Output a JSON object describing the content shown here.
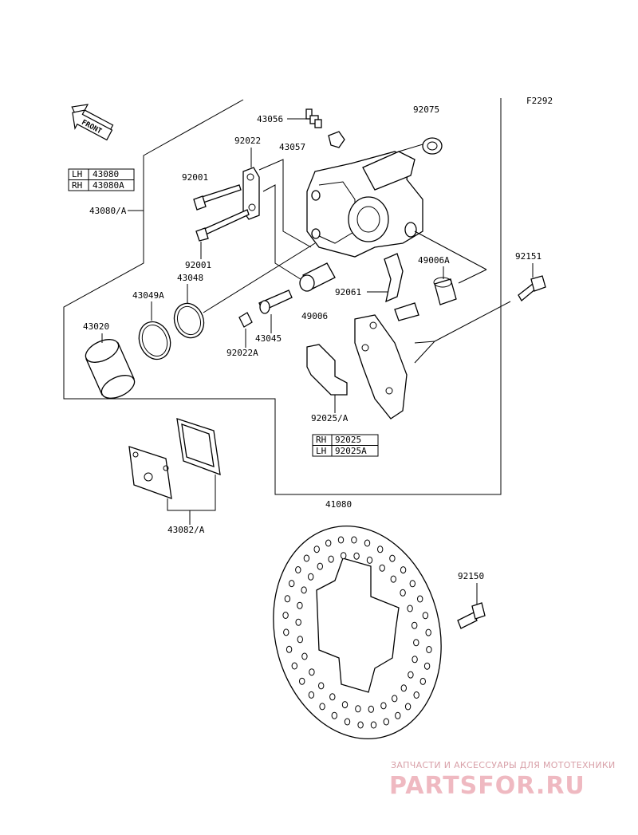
{
  "diagram": {
    "figure_code": "F2292",
    "front_arrow_text": "FRONT",
    "labels": {
      "p43056": "43056",
      "p92075": "92075",
      "p92022": "92022",
      "p43057": "43057",
      "p92001_top": "92001",
      "p92001_bottom": "92001",
      "p43080A": "43080/A",
      "p43048": "43048",
      "p43049A": "43049A",
      "p43020": "43020",
      "p92061": "92061",
      "p49006A": "49006A",
      "p92151": "92151",
      "p49006": "49006",
      "p43045": "43045",
      "p92022A": "92022A",
      "p92025A": "92025/A",
      "p41080": "41080",
      "p43082A": "43082/A",
      "p92150": "92150"
    },
    "table_43080": [
      {
        "side": "LH",
        "part": "43080"
      },
      {
        "side": "RH",
        "part": "43080A"
      }
    ],
    "table_92025": [
      {
        "side": "RH",
        "part": "92025"
      },
      {
        "side": "LH",
        "part": "92025A"
      }
    ]
  },
  "watermark": {
    "caption": "ЗАПЧАСТИ И АКСЕССУАРЫ ДЛЯ МОТОТЕХНИКИ",
    "brand": "PARTSFOR.RU"
  },
  "colors": {
    "line": "#000000",
    "background": "#ffffff",
    "watermark": "#efb9c1"
  }
}
